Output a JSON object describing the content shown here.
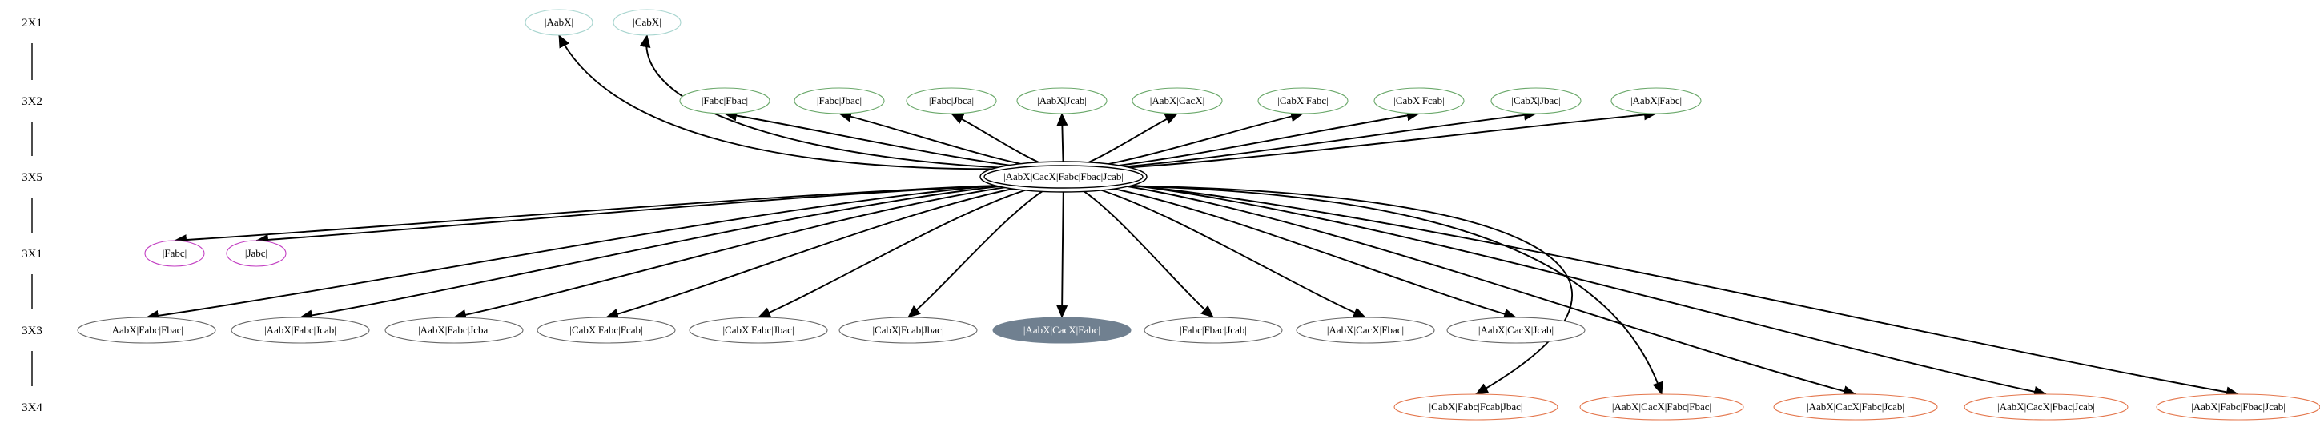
{
  "ranks": [
    {
      "id": "r2x1",
      "label": "2X1"
    },
    {
      "id": "r3x2",
      "label": "3X2"
    },
    {
      "id": "r3x5",
      "label": "3X5"
    },
    {
      "id": "r3x1",
      "label": "3X1"
    },
    {
      "id": "r3x3",
      "label": "3X3"
    },
    {
      "id": "r3x4",
      "label": "3X4"
    }
  ],
  "colors": {
    "2X1": "#a8d5cf",
    "3X2": "#6aa86a",
    "3X5": "#000000",
    "3X1": "#c23fc2",
    "3X3": "#666666",
    "3X4": "#e4774d",
    "highlight_fill": "#708090"
  },
  "center_node": {
    "id": "center",
    "rank": "3X5",
    "label": "|AabX|CacX|Fabc|Fbac|Jcab|"
  },
  "nodes": [
    {
      "id": "n_aabx",
      "rank": "2X1",
      "label": "|AabX|"
    },
    {
      "id": "n_cabx",
      "rank": "2X1",
      "label": "|CabX|"
    },
    {
      "id": "n_fabc_fbac",
      "rank": "3X2",
      "label": "|Fabc|Fbac|"
    },
    {
      "id": "n_fabc_jbac",
      "rank": "3X2",
      "label": "|Fabc|Jbac|"
    },
    {
      "id": "n_fabc_jbca",
      "rank": "3X2",
      "label": "|Fabc|Jbca|"
    },
    {
      "id": "n_aabx_jcab",
      "rank": "3X2",
      "label": "|AabX|Jcab|"
    },
    {
      "id": "n_aabx_cacx",
      "rank": "3X2",
      "label": "|AabX|CacX|"
    },
    {
      "id": "n_cabx_fabc",
      "rank": "3X2",
      "label": "|CabX|Fabc|"
    },
    {
      "id": "n_cabx_fcab",
      "rank": "3X2",
      "label": "|CabX|Fcab|"
    },
    {
      "id": "n_cabx_jbac",
      "rank": "3X2",
      "label": "|CabX|Jbac|"
    },
    {
      "id": "n_aabx_fabc",
      "rank": "3X2",
      "label": "|AabX|Fabc|"
    },
    {
      "id": "n_fabc",
      "rank": "3X1",
      "label": "|Fabc|"
    },
    {
      "id": "n_jabc",
      "rank": "3X1",
      "label": "|Jabc|"
    },
    {
      "id": "n_aabx_fabc_fbac",
      "rank": "3X3",
      "label": "|AabX|Fabc|Fbac|"
    },
    {
      "id": "n_aabx_fabc_jcab",
      "rank": "3X3",
      "label": "|AabX|Fabc|Jcab|"
    },
    {
      "id": "n_aabx_fabc_jcba",
      "rank": "3X3",
      "label": "|AabX|Fabc|Jcba|"
    },
    {
      "id": "n_cabx_fabc_fcab",
      "rank": "3X3",
      "label": "|CabX|Fabc|Fcab|"
    },
    {
      "id": "n_cabx_fabc_jbac",
      "rank": "3X3",
      "label": "|CabX|Fabc|Jbac|"
    },
    {
      "id": "n_cabx_fcab_jbac",
      "rank": "3X3",
      "label": "|CabX|Fcab|Jbac|"
    },
    {
      "id": "n_aabx_cacx_fabc",
      "rank": "3X3",
      "label": "|AabX|CacX|Fabc|",
      "highlight": true
    },
    {
      "id": "n_fabc_fbac_jcab",
      "rank": "3X3",
      "label": "|Fabc|Fbac|Jcab|"
    },
    {
      "id": "n_aabx_cacx_fbac",
      "rank": "3X3",
      "label": "|AabX|CacX|Fbac|"
    },
    {
      "id": "n_aabx_cacx_jcab",
      "rank": "3X3",
      "label": "|AabX|CacX|Jcab|"
    },
    {
      "id": "n_cabx_fabc_fcab_jbac",
      "rank": "3X4",
      "label": "|CabX|Fabc|Fcab|Jbac|"
    },
    {
      "id": "n_aabx_cacx_fabc_fbac",
      "rank": "3X4",
      "label": "|AabX|CacX|Fabc|Fbac|"
    },
    {
      "id": "n_aabx_cacx_fabc_jcab",
      "rank": "3X4",
      "label": "|AabX|CacX|Fabc|Jcab|"
    },
    {
      "id": "n_aabx_cacx_fbac_jcab",
      "rank": "3X4",
      "label": "|AabX|CacX|Fbac|Jcab|"
    },
    {
      "id": "n_aabx_fabc_fbac_jcab",
      "rank": "3X4",
      "label": "|AabX|Fabc|Fbac|Jcab|"
    }
  ],
  "edges": [
    {
      "from": "center",
      "to": "n_aabx"
    },
    {
      "from": "center",
      "to": "n_cabx"
    },
    {
      "from": "center",
      "to": "n_fabc_fbac"
    },
    {
      "from": "center",
      "to": "n_fabc_jbac"
    },
    {
      "from": "center",
      "to": "n_fabc_jbca"
    },
    {
      "from": "center",
      "to": "n_aabx_jcab"
    },
    {
      "from": "center",
      "to": "n_aabx_cacx"
    },
    {
      "from": "center",
      "to": "n_cabx_fabc"
    },
    {
      "from": "center",
      "to": "n_cabx_fcab"
    },
    {
      "from": "center",
      "to": "n_cabx_jbac"
    },
    {
      "from": "center",
      "to": "n_aabx_fabc"
    },
    {
      "from": "center",
      "to": "n_fabc"
    },
    {
      "from": "center",
      "to": "n_jabc"
    },
    {
      "from": "center",
      "to": "n_aabx_fabc_fbac"
    },
    {
      "from": "center",
      "to": "n_aabx_fabc_jcab"
    },
    {
      "from": "center",
      "to": "n_aabx_fabc_jcba"
    },
    {
      "from": "center",
      "to": "n_cabx_fabc_fcab"
    },
    {
      "from": "center",
      "to": "n_cabx_fabc_jbac"
    },
    {
      "from": "center",
      "to": "n_cabx_fcab_jbac"
    },
    {
      "from": "center",
      "to": "n_aabx_cacx_fabc"
    },
    {
      "from": "center",
      "to": "n_fabc_fbac_jcab"
    },
    {
      "from": "center",
      "to": "n_aabx_cacx_fbac"
    },
    {
      "from": "center",
      "to": "n_aabx_cacx_jcab"
    },
    {
      "from": "center",
      "to": "n_cabx_fabc_fcab_jbac"
    },
    {
      "from": "center",
      "to": "n_aabx_cacx_fabc_fbac"
    },
    {
      "from": "center",
      "to": "n_aabx_cacx_fabc_jcab"
    },
    {
      "from": "center",
      "to": "n_aabx_cacx_fbac_jcab"
    },
    {
      "from": "center",
      "to": "n_aabx_fabc_fbac_jcab"
    }
  ]
}
